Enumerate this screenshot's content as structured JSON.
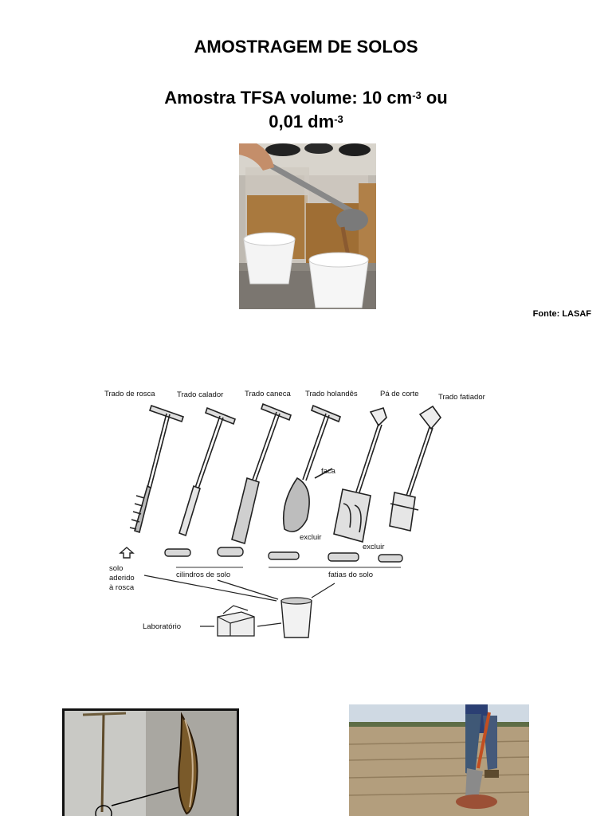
{
  "header": {
    "title": "AMOSTRAGEM DE SOLOS",
    "subtitle_line1_a": "Amostra TFSA volume: 10 cm",
    "subtitle_line1_sup": "-3",
    "subtitle_line1_b": " ou",
    "subtitle_line2_a": "0,01 dm",
    "subtitle_line2_sup": "-3"
  },
  "source": "Fonte: LASAF",
  "diagram": {
    "tools": [
      "Trado de rosca",
      "Trado calador",
      "Trado caneca",
      "Trado holandês",
      "Pá de corte",
      "Trado fatiador"
    ],
    "faca": "faca",
    "excluir1": "excluir",
    "excluir2": "excluir",
    "solo_aderido": [
      "solo",
      "aderido",
      "à rosca"
    ],
    "cilindros": "cilindros de solo",
    "fatias": "fatias do solo",
    "laboratorio": "Laboratório"
  }
}
